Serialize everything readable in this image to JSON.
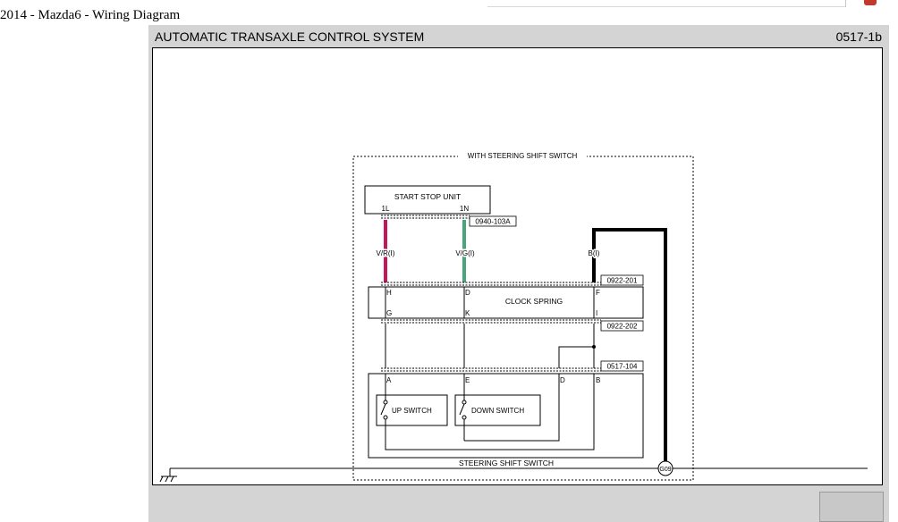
{
  "window": {
    "title": "2014 - Mazda6 - Wiring Diagram"
  },
  "diagram": {
    "title": "AUTOMATIC TRANSAXLE CONTROL SYSTEM",
    "code": "0517-1b",
    "group_label": "WITH STEERING SHIFT SWITCH",
    "start_stop_unit": {
      "label": "START STOP UNIT",
      "pin_left": "1L",
      "pin_right": "1N",
      "connector": "0940-103A"
    },
    "wires": {
      "left": "V/R(I)",
      "middle": "V/G(I)",
      "right": "B(I)"
    },
    "clock_spring": {
      "label": "CLOCK SPRING",
      "connector_top": "0922-201",
      "connector_bottom": "0922-202",
      "pins_top": [
        "H",
        "D",
        "F"
      ],
      "pins_bottom": [
        "G",
        "K",
        "I"
      ]
    },
    "steering_shift_switch": {
      "label": "STEERING SHIFT SWITCH",
      "connector": "0517-104",
      "pins": [
        "A",
        "E",
        "D",
        "B"
      ],
      "up_switch": "UP SWITCH",
      "down_switch": "DOWN SWITCH"
    },
    "ground": {
      "label": "G09"
    },
    "colors": {
      "wire_vr": "#c2185b",
      "wire_vg": "#4aa57d",
      "wire_b": "#000000"
    }
  }
}
